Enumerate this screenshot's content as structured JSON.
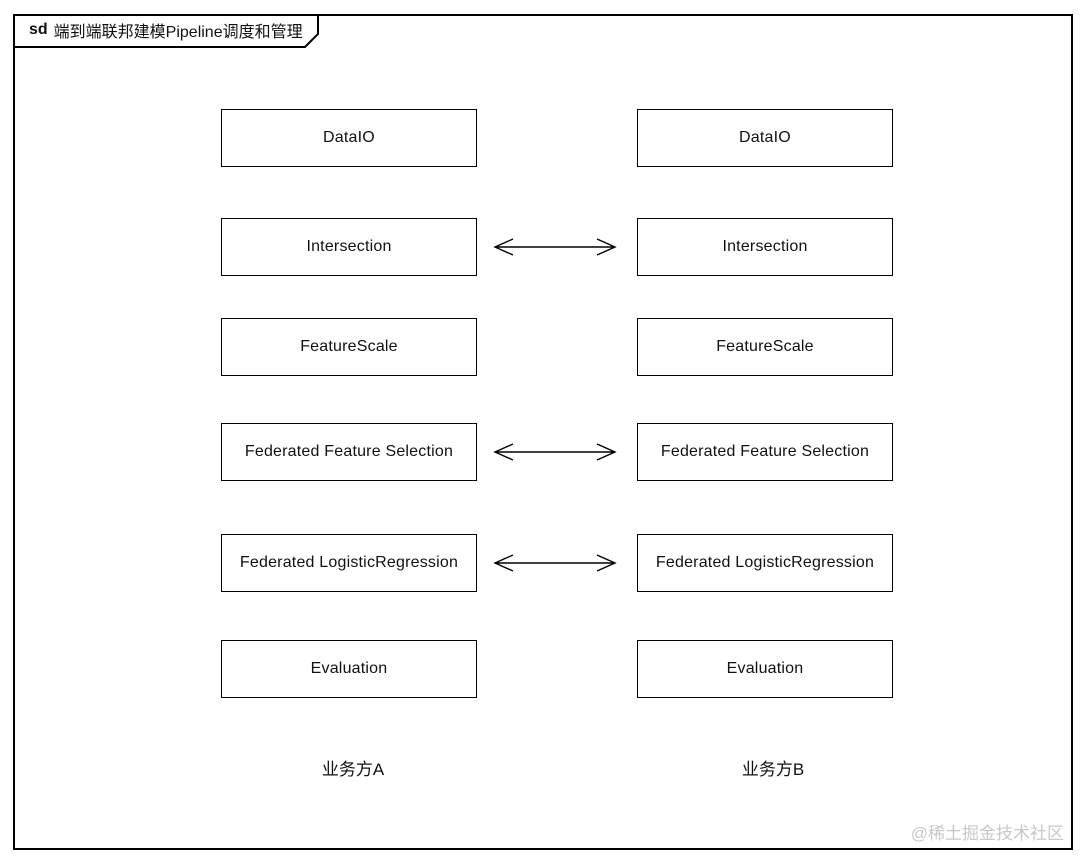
{
  "frame": {
    "keyword": "sd",
    "title": "端到端联邦建模Pipeline调度和管理"
  },
  "party_a": {
    "label": "业务方A",
    "boxes": [
      "DataIO",
      "Intersection",
      "FeatureScale",
      "Federated Feature Selection",
      "Federated LogisticRegression",
      "Evaluation"
    ]
  },
  "party_b": {
    "label": "业务方B",
    "boxes": [
      "DataIO",
      "Intersection",
      "FeatureScale",
      "Federated Feature Selection",
      "Federated LogisticRegression",
      "Evaluation"
    ]
  },
  "connections": [
    {
      "step": "Intersection",
      "type": "bidirectional-arrow"
    },
    {
      "step": "Federated Feature Selection",
      "type": "bidirectional-arrow"
    },
    {
      "step": "Federated LogisticRegression",
      "type": "bidirectional-arrow"
    }
  ],
  "watermark": "@稀土掘金技术社区",
  "colors": {
    "line": "#000000",
    "text": "#111111",
    "watermark": "#c8c8c8",
    "background": "#ffffff"
  }
}
